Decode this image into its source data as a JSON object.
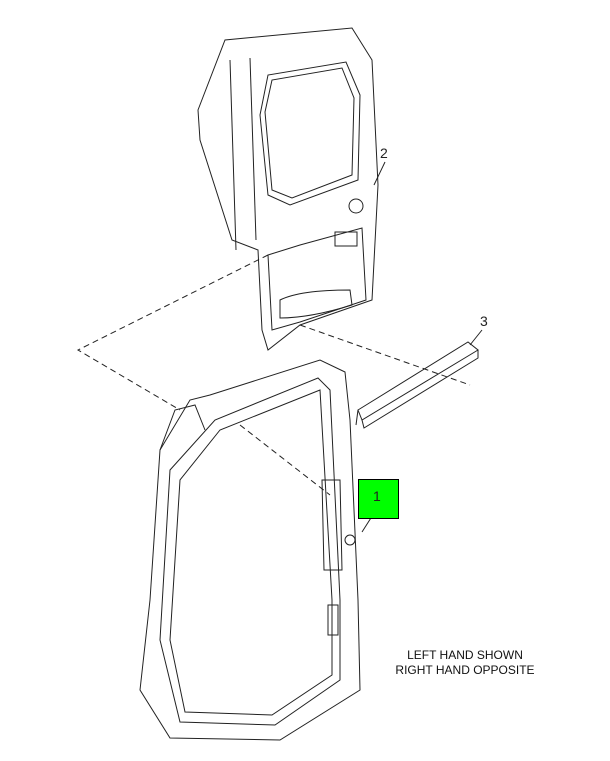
{
  "callouts": {
    "part1": "1",
    "part2": "2",
    "part3": "3"
  },
  "highlight_color": "#00ff00",
  "note": {
    "line1": "LEFT HAND SHOWN",
    "line2": "RIGHT HAND OPPOSITE"
  }
}
